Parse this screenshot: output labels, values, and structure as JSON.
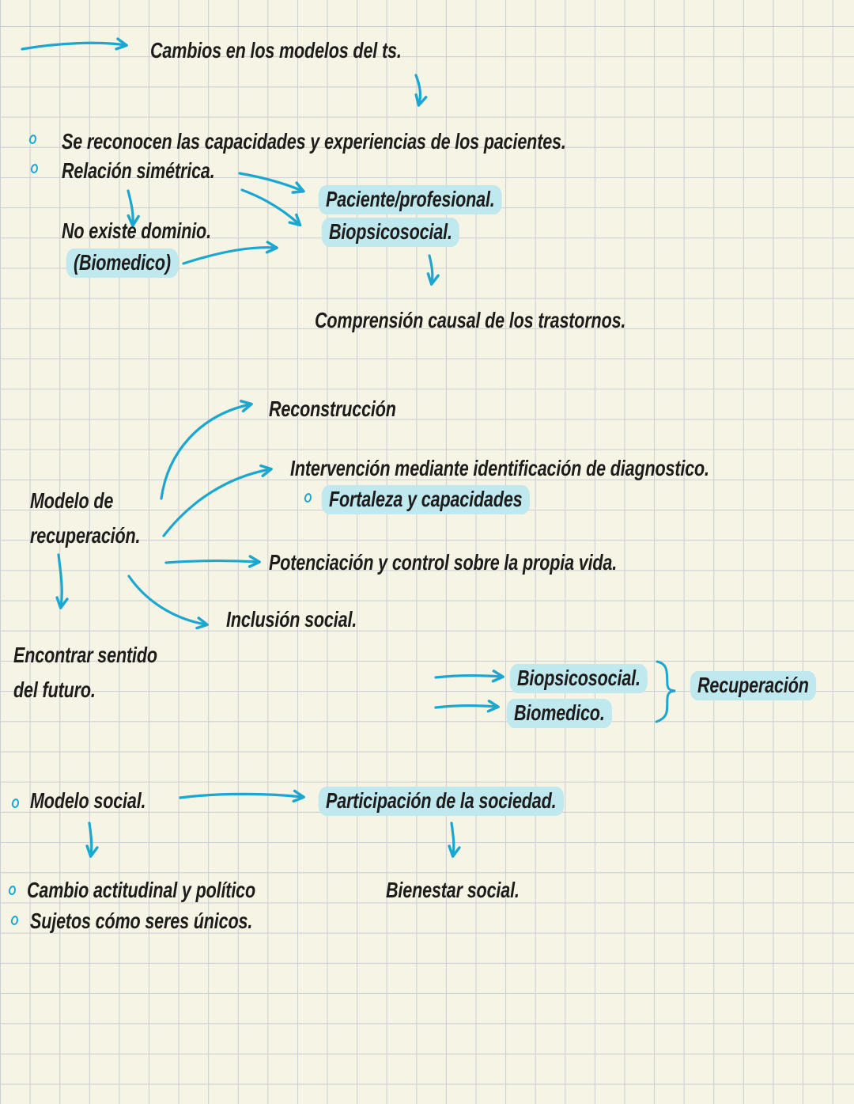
{
  "meta": {
    "kind": "handwritten-concept-notes",
    "language": "es",
    "paper": "grid"
  },
  "colors": {
    "paper": "#f6f4e5",
    "grid_line": "#c9cdd6",
    "ink": "#1d1c1a",
    "pen": "#1ba7cf",
    "highlight": "#bfe8ef"
  },
  "nodes": {
    "title": {
      "text": "Cambios en los modelos del ts.",
      "highlight": false,
      "bullet": false
    },
    "recognized": {
      "text": "Se reconocen las capacidades y experiencias de los pacientes.",
      "highlight": false,
      "bullet": true
    },
    "symmetric": {
      "text": "Relación simétrica.",
      "highlight": false,
      "bullet": true
    },
    "no_dominion": {
      "text": "No existe dominio.",
      "highlight": false,
      "bullet": false
    },
    "biomedico_old": {
      "text": "(Biomedico)",
      "highlight": true,
      "bullet": false
    },
    "patient_professional": {
      "text": "Paciente/profesional.",
      "highlight": true,
      "bullet": false
    },
    "biopsychosocial": {
      "text": "Biopsicosocial.",
      "highlight": true,
      "bullet": false
    },
    "causal": {
      "text": "Comprensión causal de los trastornos.",
      "highlight": false,
      "bullet": false
    },
    "reconstruction": {
      "text": "Reconstrucción",
      "highlight": false,
      "bullet": false
    },
    "intervention": {
      "text": "Intervención mediante identificación de diagnostico.",
      "highlight": false,
      "bullet": false
    },
    "strengths": {
      "text": "Fortaleza y capacidades",
      "highlight": true,
      "bullet": true
    },
    "recovery_model": {
      "lines": [
        "Modelo de",
        "recuperación."
      ],
      "highlight": false,
      "bullet": false
    },
    "empowerment": {
      "text": "Potenciación y control sobre la propia vida.",
      "highlight": false,
      "bullet": false
    },
    "social_inclusion": {
      "text": "Inclusión social.",
      "highlight": false,
      "bullet": false
    },
    "meaning_future": {
      "lines": [
        "Encontrar sentido",
        "del futuro."
      ],
      "highlight": false,
      "bullet": false
    },
    "biopsychosocial_2": {
      "text": "Biopsicosocial.",
      "highlight": true,
      "bullet": false
    },
    "biomedico_2": {
      "text": "Biomedico.",
      "highlight": true,
      "bullet": false
    },
    "recovery": {
      "text": "Recuperación",
      "highlight": true,
      "bullet": false
    },
    "social_model": {
      "text": "Modelo social.",
      "highlight": false,
      "bullet": true
    },
    "participation": {
      "text": "Participación de la sociedad.",
      "highlight": true,
      "bullet": false
    },
    "wellbeing": {
      "text": "Bienestar social.",
      "highlight": false,
      "bullet": false
    },
    "attitudinal": {
      "text": "Cambio actitudinal y político",
      "highlight": false,
      "bullet": true
    },
    "unique_subjects": {
      "text": "Sujetos cómo seres únicos.",
      "highlight": false,
      "bullet": true
    }
  },
  "connections": [
    {
      "from": "(margen izquierdo)",
      "to": "Cambios en los modelos del ts.",
      "style": "arrow"
    },
    {
      "from": "Cambios en los modelos del ts.",
      "to": "Se reconocen las capacidades y experiencias de los pacientes.",
      "style": "arrow-down"
    },
    {
      "from": "Relación simétrica.",
      "to": "No existe dominio.",
      "style": "arrow-down"
    },
    {
      "from": "Relación simétrica.",
      "to": "Paciente/profesional.",
      "style": "arrow-curved"
    },
    {
      "from": "Relación simétrica.",
      "to": "Biopsicosocial.",
      "style": "arrow-curved"
    },
    {
      "from": "(Biomedico)",
      "to": "Biopsicosocial.",
      "style": "arrow-curved"
    },
    {
      "from": "Biopsicosocial.",
      "to": "Comprensión causal de los trastornos.",
      "style": "arrow-down"
    },
    {
      "from": "Modelo de recuperación.",
      "to": "Reconstrucción",
      "style": "arrow-curved"
    },
    {
      "from": "Modelo de recuperación.",
      "to": "Intervención mediante identificación de diagnostico.",
      "style": "arrow-curved"
    },
    {
      "from": "Modelo de recuperación.",
      "to": "Potenciación y control sobre la propia vida.",
      "style": "arrow"
    },
    {
      "from": "Modelo de recuperación.",
      "to": "Inclusión social.",
      "style": "arrow-curved"
    },
    {
      "from": "Modelo de recuperación.",
      "to": "Encontrar sentido del futuro.",
      "style": "arrow-down"
    },
    {
      "from": "",
      "to": "Biopsicosocial.",
      "group": "recuperación",
      "style": "arrow"
    },
    {
      "from": "",
      "to": "Biomedico.",
      "group": "recuperación",
      "style": "arrow"
    },
    {
      "brace_of": [
        "Biopsicosocial.",
        "Biomedico."
      ],
      "label": "Recuperación",
      "style": "brace"
    },
    {
      "from": "Modelo social.",
      "to": "Participación de la sociedad.",
      "style": "arrow"
    },
    {
      "from": "Modelo social.",
      "to": "Cambio actitudinal y político",
      "style": "arrow-down"
    },
    {
      "from": "Participación de la sociedad.",
      "to": "Bienestar social.",
      "style": "arrow-down"
    }
  ]
}
